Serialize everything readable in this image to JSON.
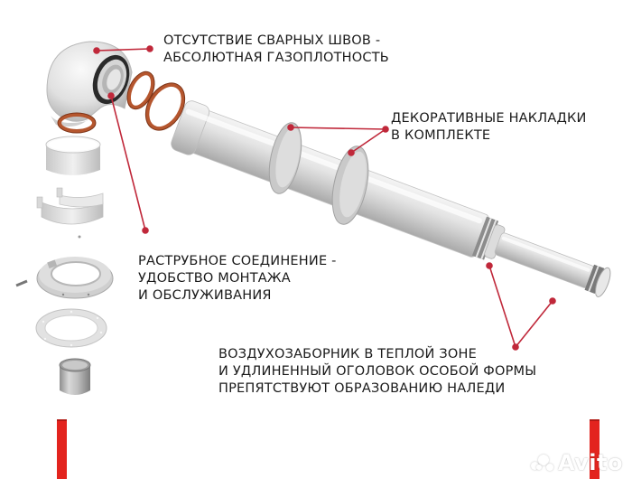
{
  "image": {
    "subject": "coaxial-flue-kit-exploded-view",
    "accent_color": "#e3241e",
    "leader_color": "#c0283a"
  },
  "callouts": [
    {
      "id": "no-welds",
      "lines": [
        "ОТСУТСТВИЕ СВАРНЫХ ШВОВ -",
        "АБСОЛЮТНАЯ ГАЗОПЛОТНОСТЬ"
      ]
    },
    {
      "id": "decor-covers",
      "lines": [
        "ДЕКОРАТИВНЫЕ НАКЛАДКИ",
        "В КОМПЛЕКТЕ"
      ]
    },
    {
      "id": "socket-joint",
      "lines": [
        "РАСТРУБНОЕ СОЕДИНЕНИЕ -",
        "УДОБСТВО МОНТАЖА",
        "И ОБСЛУЖИВАНИЯ"
      ]
    },
    {
      "id": "air-intake",
      "lines": [
        "ВОЗДУХОЗАБОРНИК В ТЕПЛОЙ ЗОНЕ",
        "И УДЛИНЕННЫЙ ОГОЛОВОК ОСОБОЙ ФОРМЫ",
        "ПРЕПЯТСТВУЮТ ОБРАЗОВАНИЮ НАЛЕДИ"
      ]
    }
  ],
  "watermark": {
    "text": "Avito"
  }
}
